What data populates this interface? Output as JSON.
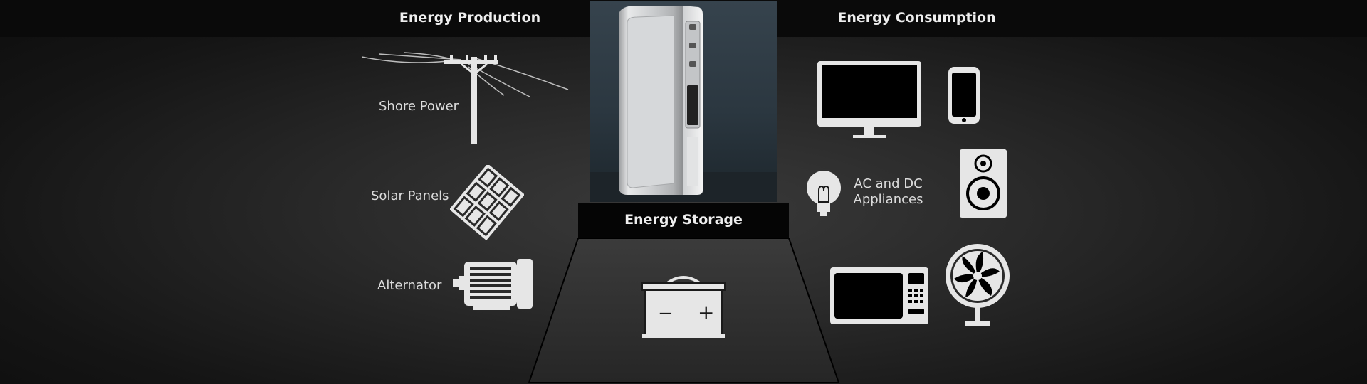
{
  "headers": {
    "production": "Energy Production",
    "consumption": "Energy Consumption",
    "storage": "Energy Storage"
  },
  "production_sources": [
    {
      "label": "Shore Power",
      "icon": "power-pole-icon"
    },
    {
      "label": "Solar Panels",
      "icon": "solar-panel-icon"
    },
    {
      "label": "Alternator",
      "icon": "alternator-icon"
    }
  ],
  "consumption": {
    "label_line1": "AC and DC",
    "label_line2": "Appliances",
    "icons": [
      "monitor-icon",
      "smartphone-icon",
      "lightbulb-icon",
      "speaker-icon",
      "microwave-icon",
      "fan-icon"
    ]
  },
  "storage": {
    "icon": "battery-icon",
    "battery_minus": "−",
    "battery_plus": "+"
  },
  "colors": {
    "background": "#2a2a2a",
    "bar": "#0a0a0a",
    "icon": "#e6e6e6",
    "photo_bg": "#2f3b44"
  }
}
